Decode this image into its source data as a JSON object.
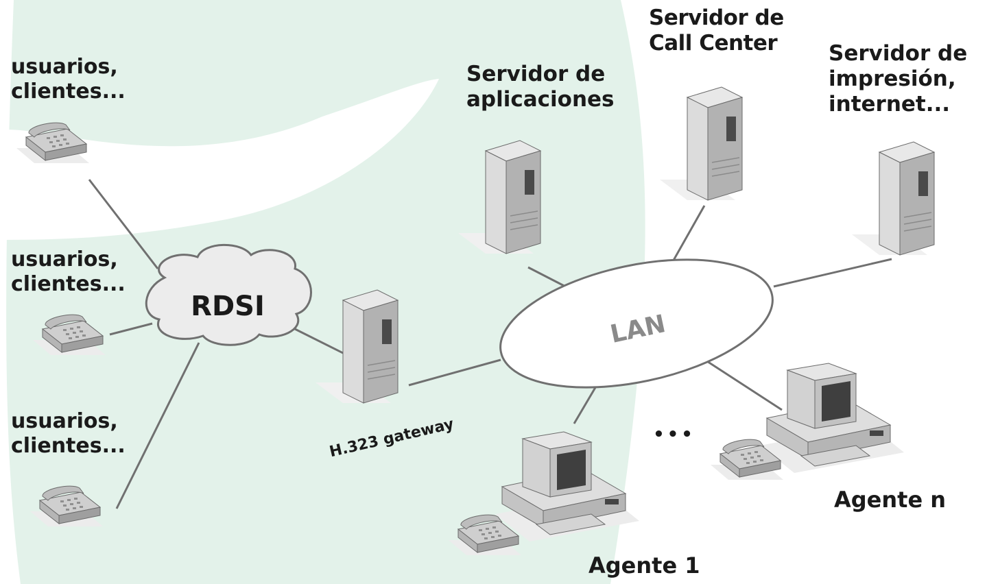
{
  "colors": {
    "background_shape": "#e3f2ea",
    "links": "#707070",
    "device_light": "#d8d8d8",
    "device_mid": "#a9a9a9",
    "device_dark": "#555555",
    "text": "#1a1a1a",
    "cloud_fill": "#ececec"
  },
  "diagram": {
    "clients": [
      {
        "line1": "usuarios,",
        "line2": "clientes...",
        "icon": "telephone-icon"
      },
      {
        "line1": "usuarios,",
        "line2": "clientes...",
        "icon": "telephone-icon"
      },
      {
        "line1": "usuarios,",
        "line2": "clientes...",
        "icon": "telephone-icon"
      }
    ],
    "rdsi_label": "RDSI",
    "lan_label": "LAN",
    "gateway_label": "H.323 gateway",
    "servers": {
      "applications": {
        "line1": "Servidor de",
        "line2": "aplicaciones",
        "icon": "server-tower-icon"
      },
      "call_center": {
        "line1": "Servidor de",
        "line2": "Call Center",
        "icon": "server-tower-icon"
      },
      "print_internet": {
        "line1": "Servidor de",
        "line2": "impresión,",
        "line3": "internet...",
        "icon": "server-tower-icon"
      }
    },
    "agents": {
      "first": "Agente 1",
      "last": "Agente n",
      "ellipsis": "•••",
      "icon": "computer-workstation-icon"
    }
  }
}
